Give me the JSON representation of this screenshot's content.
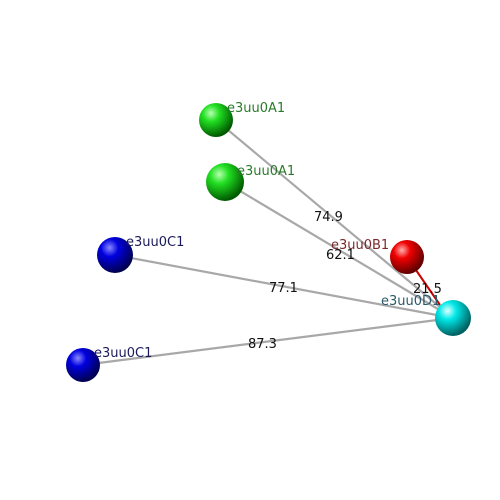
{
  "colors": {
    "bond_gray": "#a8a8a8",
    "bond_red": "#cc0000",
    "green_label": "#2a7a2a",
    "red_label": "#7a2a2a",
    "blue_label": "#1a1a5a",
    "cyan_label": "#2a5a6a",
    "distance_text": "#111111"
  },
  "atoms": [
    {
      "id": "green-top",
      "label": "e3uu0A1",
      "color": "green"
    },
    {
      "id": "green-mid",
      "label": "e3uu0A1",
      "color": "green"
    },
    {
      "id": "blue-top",
      "label": "e3uu0C1",
      "color": "blue"
    },
    {
      "id": "blue-bottom",
      "label": "e3uu0C1",
      "color": "blue"
    },
    {
      "id": "red",
      "label": "e3uu0B1",
      "color": "red"
    },
    {
      "id": "cyan",
      "label": "e3uu0D1",
      "color": "cyan"
    }
  ],
  "distances": [
    {
      "value": "74.9"
    },
    {
      "value": "62.1"
    },
    {
      "value": "77.1"
    },
    {
      "value": "87.3"
    },
    {
      "value": "21.5"
    }
  ]
}
